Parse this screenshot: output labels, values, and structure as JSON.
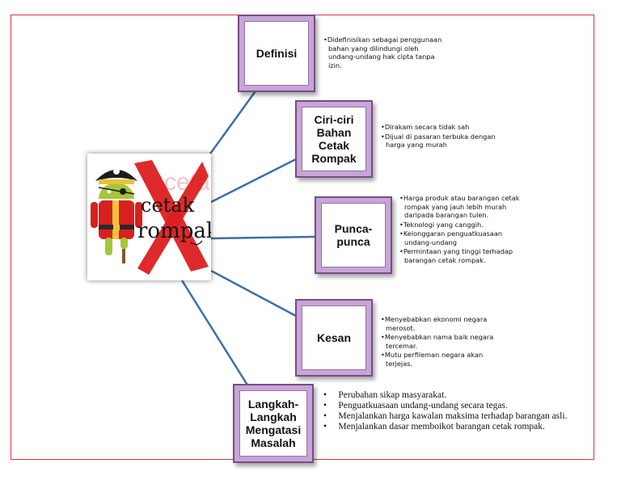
{
  "center_image": {
    "label_line1": "cetak",
    "label_line2": "rompak",
    "bg_word": "cetak",
    "icon": "pirate-android-robot-with-red-x"
  },
  "nodes": [
    {
      "id": "definisi",
      "title": "Definisi",
      "points": [
        "Didefinisikan sebagai penggunaan bahan yang dilindungi oleh undang-undang hak cipta tanpa izin."
      ]
    },
    {
      "id": "ciri-ciri",
      "title": "Ciri-ciri Bahan Cetak Rompak",
      "points": [
        "Dirakam secara tidak sah",
        "Dijual di pasaran terbuka dengan harga yang murah"
      ]
    },
    {
      "id": "punca",
      "title": "Punca-punca",
      "points": [
        "Harga produk atau barangan cetak rompak yang jauh lebih murah daripada barangan tulen.",
        "Teknologi yang canggih.",
        "Kelonggaran penguatkuasaan undang-undang",
        "Permintaan yang tinggi terhadap barangan cetak rompak."
      ]
    },
    {
      "id": "kesan",
      "title": "Kesan",
      "points": [
        "Menyebabkan ekonomi negara merosot.",
        "Menyebabkan nama baik negara tercemar.",
        "Mutu perfileman negara akan terjejas."
      ]
    },
    {
      "id": "langkah",
      "title": "Langkah-Langkah Mengatasi Masalah",
      "points": [
        "Perubahan sikap masyarakat.",
        "Penguatkuasaan undang-undang secara tegas.",
        "Menjalankan harga kawalan maksima terhadap barangan asli.",
        "Menjalankan dasar memboikot barangan cetak rompak."
      ]
    }
  ],
  "colors": {
    "box_fill": "#c5a6d6",
    "box_border": "#7a4b86",
    "connector": "#3d6fa6",
    "frame": "#d23a3a"
  }
}
